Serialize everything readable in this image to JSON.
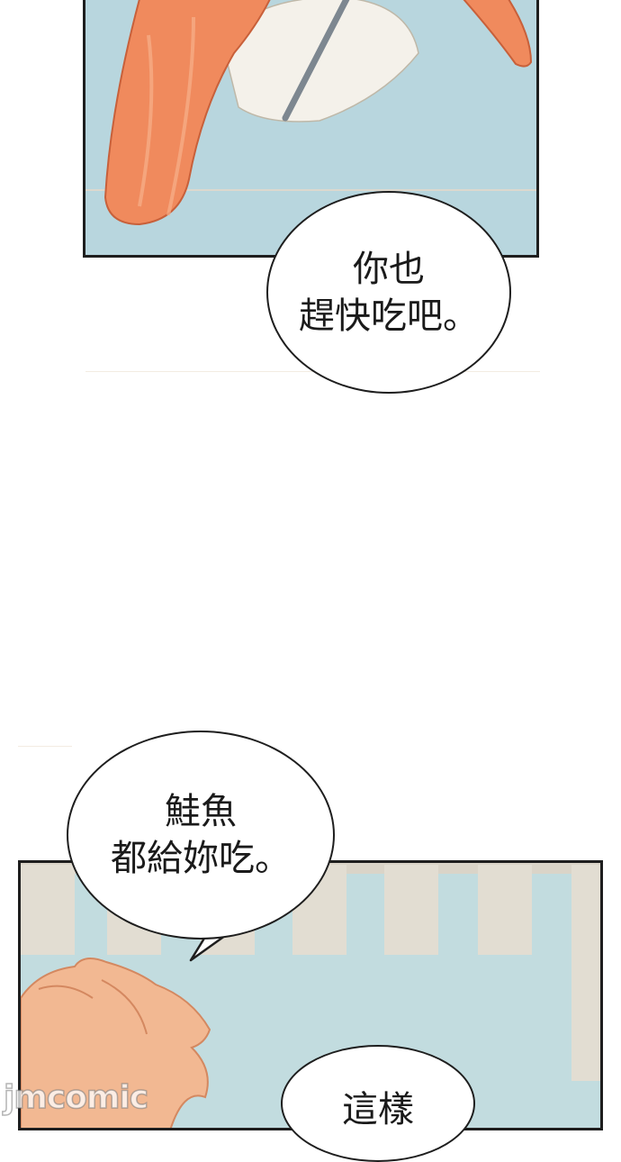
{
  "panels": [
    {
      "name": "sushi-closeup",
      "background": "#b8d6de"
    },
    {
      "name": "restaurant-scene",
      "background": "#c2dcdf"
    }
  ],
  "bubbles": [
    {
      "lines": [
        "你也",
        "趕快吃吧。"
      ]
    },
    {
      "lines": [
        "鮭魚",
        "都給妳吃。"
      ]
    },
    {
      "lines": [
        "這樣"
      ]
    }
  ],
  "watermark": {
    "text": "jmcomic"
  },
  "colors": {
    "panel_border": "#1e1e1e",
    "salmon": "#f08a5d",
    "hair": "#f0b48c",
    "sky": "#b8d6de"
  }
}
